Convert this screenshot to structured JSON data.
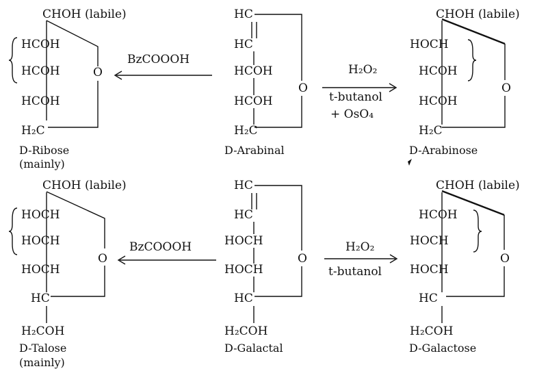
{
  "molecules": {
    "ribose": {
      "top": "CHOH (labile)",
      "c2": "HCOH",
      "c3": "HCOH",
      "c4": "HCOH",
      "c5": "H₂C",
      "ring_o": "O",
      "name": "D-Ribose",
      "note": "(mainly)"
    },
    "arabinal": {
      "c1": "HC",
      "c2": "HC",
      "c3": "HCOH",
      "c4": "HCOH",
      "c5": "H₂C",
      "ring_o": "O",
      "name": "D-Arabinal"
    },
    "arabinose": {
      "top": "CHOH (labile)",
      "c2": "HOCH",
      "c3": "HCOH",
      "c4": "HCOH",
      "c5": "H₂C",
      "ring_o": "O",
      "name": "D-Arabinose"
    },
    "talose": {
      "top": "CHOH (labile)",
      "c2": "HOCH",
      "c3": "HOCH",
      "c4": "HOCH",
      "c5": "HC",
      "c6": "H₂COH",
      "ring_o": "O",
      "name": "D-Talose",
      "note": "(mainly)"
    },
    "galactal": {
      "c1": "HC",
      "c2": "HC",
      "c3": "HOCH",
      "c4": "HOCH",
      "c5": "HC",
      "c6": "H₂COH",
      "ring_o": "O",
      "name": "D-Galactal"
    },
    "galactose": {
      "top": "CHOH (labile)",
      "c2": "HCOH",
      "c3": "HOCH",
      "c4": "HOCH",
      "c5": "HC",
      "c6": "H₂COH",
      "ring_o": "O",
      "name": "D-Galactose"
    }
  },
  "reactions": {
    "top_left": {
      "reagent": "BzCOOOH"
    },
    "top_right": {
      "reagent_line1": "H₂O₂",
      "reagent_line2": "t-butanol",
      "reagent_line3": "+ OsO₄"
    },
    "bottom_left": {
      "reagent": "BzCOOOH"
    },
    "bottom_right": {
      "reagent_line1": "H₂O₂",
      "reagent_line2": "t-butanol"
    }
  }
}
